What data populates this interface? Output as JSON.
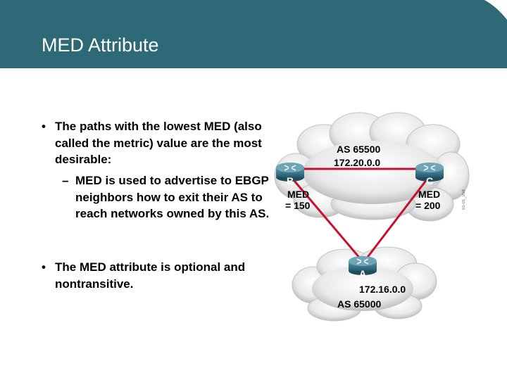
{
  "slide": {
    "title": "MED Attribute",
    "bullets": [
      {
        "marker": "•",
        "text": "The paths with the lowest MED (also called the metric) value are the most desirable:"
      },
      {
        "marker": "–",
        "text": "MED is used to advertise to EBGP neighbors how to exit their AS to reach networks owned by this AS."
      },
      {
        "marker": "•",
        "text": "The MED attribute is optional and nontransitive."
      }
    ]
  },
  "diagram": {
    "top_as": {
      "name": "AS 65500",
      "network": "172.20.0.0"
    },
    "bottom_as": {
      "name": "AS 65000",
      "network": "172.16.0.0"
    },
    "routers": [
      {
        "label": "B",
        "med_label": "MED",
        "med_value": "= 150"
      },
      {
        "label": "C",
        "med_label": "MED",
        "med_value": "= 200"
      },
      {
        "label": "A"
      }
    ],
    "colors": {
      "link": "#c8102e",
      "router": "#2f6c80",
      "header": "#2e6978"
    }
  },
  "footer_code": "01-01_058"
}
